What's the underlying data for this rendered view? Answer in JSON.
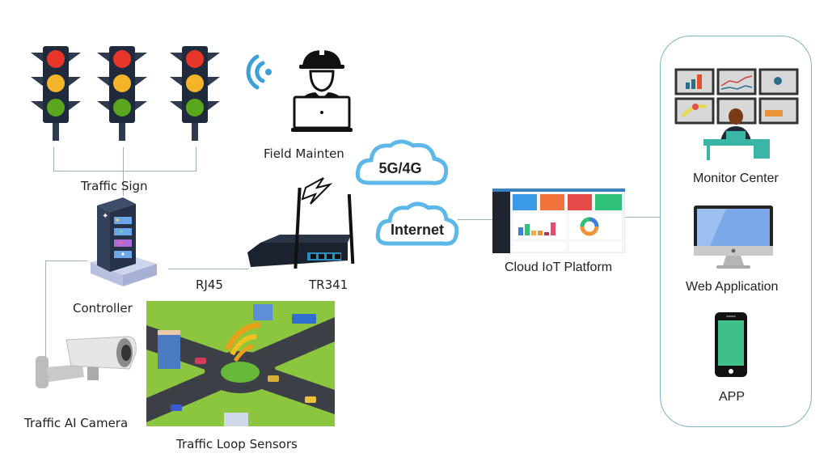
{
  "diagram": {
    "title": "Smart Traffic IoT Network Topology",
    "nodes": {
      "traffic_sign": {
        "label": "Traffic Sign",
        "count": 3
      },
      "field_maintenance": {
        "label": "Field Mainten"
      },
      "controller": {
        "label": "Controller"
      },
      "router": {
        "label": "TR341"
      },
      "rj45": {
        "label": "RJ45"
      },
      "cellular_cloud": {
        "label": "5G/4G"
      },
      "internet_cloud": {
        "label": "Internet"
      },
      "cloud_platform": {
        "label": "Cloud IoT Platform"
      },
      "camera": {
        "label": "Traffic AI Camera"
      },
      "loop_sensors": {
        "label": "Traffic Loop Sensors"
      },
      "monitor_center": {
        "label": "Monitor Center"
      },
      "web_application": {
        "label": "Web Application"
      },
      "app": {
        "label": "APP"
      }
    },
    "colors": {
      "light_red": "#e8352a",
      "light_yellow": "#f5b52a",
      "light_green": "#5aa71e",
      "light_body": "#1f2a3c",
      "cloud_blue": "#5bb8e8",
      "wifi_blue": "#3b9fd8",
      "connector": "#9ab3b8",
      "panel_border": "#7fb3bd",
      "phone_screen": "#3fbf8a"
    }
  }
}
